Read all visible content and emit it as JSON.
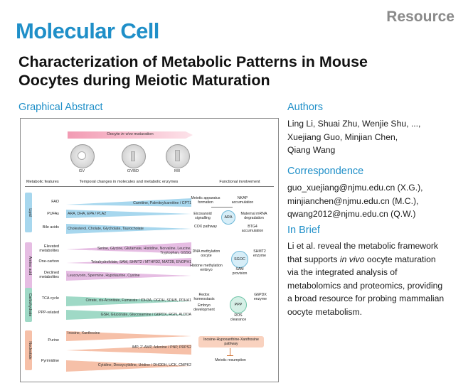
{
  "header": {
    "journal": "Molecular Cell",
    "article_type": "Resource",
    "title_line1": "Characterization of Metabolic Patterns in Mouse",
    "title_line2": "Oocytes during Meiotic Maturation"
  },
  "graphical_abstract": {
    "heading": "Graphical Abstract",
    "arrow_label_pre": "Oocyte ",
    "arrow_label_em": "in vivo",
    "arrow_label_post": " maturation",
    "stages": [
      "GV",
      "GVBD",
      "MII"
    ],
    "column_headers": {
      "features": "Metabolic features",
      "changes": "Temporal changes in molecules and metabolic enzymes",
      "functional": "Functional involvement"
    },
    "groups": {
      "lipid": "Lipid",
      "amino_acid": "Amino acid",
      "carbohydrate": "Carbohydrate",
      "nucleotide": "Nucleotide"
    },
    "rows": {
      "fao": "FAO",
      "pufas": "PUFAs",
      "bile": "Bile acids",
      "elevated": "Elevated metabolites",
      "onecarbon": "One-carbon",
      "declined": "Declined metabolites",
      "tca": "TCA cycle",
      "ppp": "PPP-related",
      "purine": "Purine",
      "pyrimidine": "Pyrimidine"
    },
    "molecules": {
      "fao": "Carnitine, Palmitoylcarnitine / CPT1",
      "pufas": "ARA, DHA, EPA / PLA2",
      "bile": "Cholesterol, Cholate, Glycholate, Taurocholate",
      "elevated": "Serine, Glycine, Glutamate, Histidine, Norvaline, Leucine, Tryptophan, GSSG",
      "onecarbon": "Tetrahydrofolate, SAM, SHMT2 / MTHFD2, MAT2B, ENOPH1",
      "declined": "Leucovorin, Spermine, Hypotaurine, Cystine",
      "tca": "Citrate, cis-Aconitate, Fumarate / IDH3A, OGDH, SDHB, PDHA1",
      "ppp": "GSH, Gluconate, Glucosamine / G6PDX, RGN, ALDOA",
      "purine": "Inosine, Xanthosine",
      "purine2": "IMP, 2'-AMP, Adenine / PNP, PRPS2",
      "pyrimidine": "Cytidine, Deoxycytidine, Uridine / DHODH, UCK, CMPK2"
    },
    "functional": {
      "meiotic": "Meiotic apparatus formation",
      "nkap": "NKAP accumulation",
      "eicos": "Eicosanoid signalling",
      "ara": "ARA",
      "maternal": "Maternal mRNA degradation",
      "cox": "COX pathway",
      "btg4": "BTG4 accumulation",
      "dnameth": "DNA methylation oocyte",
      "sgoc": "SGOC",
      "shmt2": "SHMT2 enzyme",
      "histone": "Histone methylation embryo",
      "sam": "SAM provision",
      "redox": "Redox homeostasis",
      "embryo": "Embryo development",
      "ppp": "PPP",
      "g6pdx": "G6PDX enzyme",
      "ros": "ROS clearance",
      "hypo": "Inosine-Hypoxanthine-Xanthosine pathway",
      "resumption": "Meiotic resumption"
    }
  },
  "sidebar": {
    "authors_heading": "Authors",
    "authors_line1": "Ling Li, Shuai Zhu, Wenjie Shu, ...,",
    "authors_line2": "Xuejiang Guo, Minjian Chen,",
    "authors_line3": "Qiang Wang",
    "correspondence_heading": "Correspondence",
    "email1": "guo_xuejiang@njmu.edu.cn (X.G.),",
    "email2": "minjianchen@njmu.edu.cn (M.C.),",
    "email3": "qwang2012@njmu.edu.cn (Q.W.)",
    "brief_heading": "In Brief",
    "brief_l1": "Li et al. reveal the metabolic framework",
    "brief_l2_pre": "that supports ",
    "brief_l2_em": "in vivo",
    "brief_l2_post": " oocyte maturation",
    "brief_l3": "via the integrated analysis of",
    "brief_l4": "metabolomics and proteomics, providing",
    "brief_l5": "a broad resource for probing mammalian",
    "brief_l6": "oocyte metabolism."
  },
  "colors": {
    "brand_blue": "#1f8fc8",
    "lipid": "#a7d7ee",
    "amino": "#e6bde3",
    "carbo": "#9fd9c6",
    "nucleo": "#f6c0a8"
  }
}
